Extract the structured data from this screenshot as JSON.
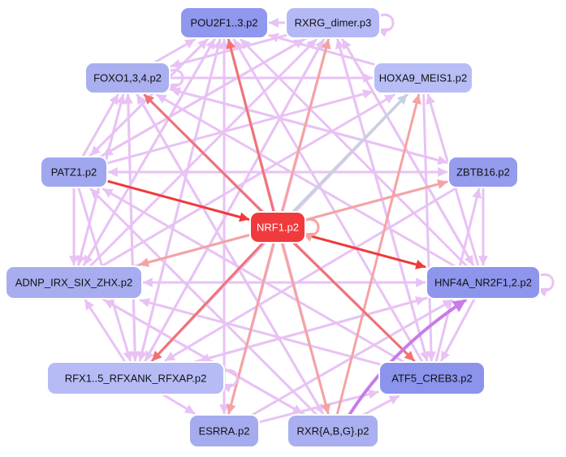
{
  "diagram": {
    "nodes": [
      {
        "id": "pou2f1",
        "label": "POU2F1..3.p2",
        "color": "#8f97ee"
      },
      {
        "id": "rxrg",
        "label": "RXRG_dimer.p3",
        "color": "#b4b9f6"
      },
      {
        "id": "foxo",
        "label": "FOXO1,3,4.p2",
        "color": "#a9afef"
      },
      {
        "id": "hoxa9",
        "label": "HOXA9_MEIS1.p2",
        "color": "#b8bdf6"
      },
      {
        "id": "patz1",
        "label": "PATZ1.p2",
        "color": "#a0a7ef"
      },
      {
        "id": "zbtb16",
        "label": "ZBTB16.p2",
        "color": "#959ced"
      },
      {
        "id": "nrf1",
        "label": "NRF1.p2",
        "color": "#f03a3c"
      },
      {
        "id": "adnp",
        "label": "ADNP_IRX_SIX_ZHX.p2",
        "color": "#a7adef"
      },
      {
        "id": "hnf4a",
        "label": "HNF4A_NR2F1,2.p2",
        "color": "#8d95ec"
      },
      {
        "id": "rfx",
        "label": "RFX1..5_RFXANK_RFXAP.p2",
        "color": "#b6bbf6"
      },
      {
        "id": "atf5",
        "label": "ATF5_CREB3.p2",
        "color": "#8b93ec"
      },
      {
        "id": "esrra",
        "label": "ESRRA.p2",
        "color": "#a5abef"
      },
      {
        "id": "rxr",
        "label": "RXR{A,B,G}.p2",
        "color": "#a9aff0"
      }
    ],
    "edge_colors": {
      "strong_red": "#ee3a3a",
      "red": "#f07272",
      "pink": "#f4a3a3",
      "violet": "#e8c2f4",
      "purple": "#c77ce6",
      "grey_blue": "#c4d2de"
    },
    "edges": [
      {
        "from": "nrf1",
        "to": "pou2f1",
        "kind": "red"
      },
      {
        "from": "nrf1",
        "to": "rxrg",
        "kind": "pink"
      },
      {
        "from": "nrf1",
        "to": "foxo",
        "kind": "red"
      },
      {
        "from": "nrf1",
        "to": "hoxa9",
        "kind": "grey_blue"
      },
      {
        "from": "patz1",
        "to": "nrf1",
        "kind": "strong_red"
      },
      {
        "from": "nrf1",
        "to": "zbtb16",
        "kind": "pink"
      },
      {
        "from": "nrf1",
        "to": "adnp",
        "kind": "pink"
      },
      {
        "from": "nrf1",
        "to": "hnf4a",
        "kind": "strong_red"
      },
      {
        "from": "nrf1",
        "to": "rfx",
        "kind": "red"
      },
      {
        "from": "nrf1",
        "to": "atf5",
        "kind": "red"
      },
      {
        "from": "nrf1",
        "to": "esrra",
        "kind": "pink"
      },
      {
        "from": "nrf1",
        "to": "rxr",
        "kind": "pink"
      },
      {
        "from": "rxr",
        "to": "hoxa9",
        "kind": "pink"
      },
      {
        "from": "rxr",
        "to": "hnf4a",
        "kind": "purple"
      },
      {
        "from": "patz1",
        "to": "zbtb16",
        "kind": "violet"
      },
      {
        "from": "adnp",
        "to": "hnf4a",
        "kind": "violet"
      },
      {
        "from": "zbtb16",
        "to": "hnf4a",
        "kind": "violet"
      },
      {
        "from": "foxo",
        "to": "hoxa9",
        "kind": "violet"
      },
      {
        "from": "rxrg",
        "to": "pou2f1",
        "kind": "violet"
      },
      {
        "from": "foxo",
        "to": "pou2f1",
        "kind": "violet"
      },
      {
        "from": "patz1",
        "to": "pou2f1",
        "kind": "violet"
      },
      {
        "from": "patz1",
        "to": "adnp",
        "kind": "violet"
      },
      {
        "from": "patz1",
        "to": "foxo",
        "kind": "violet"
      },
      {
        "from": "adnp",
        "to": "foxo",
        "kind": "violet"
      },
      {
        "from": "adnp",
        "to": "pou2f1",
        "kind": "violet"
      },
      {
        "from": "adnp",
        "to": "rxrg",
        "kind": "violet"
      },
      {
        "from": "adnp",
        "to": "hoxa9",
        "kind": "violet"
      },
      {
        "from": "adnp",
        "to": "zbtb16",
        "kind": "violet"
      },
      {
        "from": "rfx",
        "to": "pou2f1",
        "kind": "violet"
      },
      {
        "from": "rfx",
        "to": "rxrg",
        "kind": "violet"
      },
      {
        "from": "rfx",
        "to": "foxo",
        "kind": "violet"
      },
      {
        "from": "rfx",
        "to": "hoxa9",
        "kind": "violet"
      },
      {
        "from": "rfx",
        "to": "hnf4a",
        "kind": "violet"
      },
      {
        "from": "rfx",
        "to": "adnp",
        "kind": "violet"
      },
      {
        "from": "esrra",
        "to": "pou2f1",
        "kind": "violet"
      },
      {
        "from": "esrra",
        "to": "rxrg",
        "kind": "violet"
      },
      {
        "from": "esrra",
        "to": "hnf4a",
        "kind": "violet"
      },
      {
        "from": "esrra",
        "to": "atf5",
        "kind": "violet"
      },
      {
        "from": "rxr",
        "to": "pou2f1",
        "kind": "violet"
      },
      {
        "from": "rxr",
        "to": "foxo",
        "kind": "violet"
      },
      {
        "from": "rxr",
        "to": "patz1",
        "kind": "violet"
      },
      {
        "from": "rxr",
        "to": "adnp",
        "kind": "violet"
      },
      {
        "from": "rxr",
        "to": "atf5",
        "kind": "violet"
      },
      {
        "from": "atf5",
        "to": "pou2f1",
        "kind": "violet"
      },
      {
        "from": "atf5",
        "to": "rxrg",
        "kind": "violet"
      },
      {
        "from": "atf5",
        "to": "foxo",
        "kind": "violet"
      },
      {
        "from": "atf5",
        "to": "patz1",
        "kind": "violet"
      },
      {
        "from": "atf5",
        "to": "adnp",
        "kind": "violet"
      },
      {
        "from": "atf5",
        "to": "zbtb16",
        "kind": "violet"
      },
      {
        "from": "hnf4a",
        "to": "pou2f1",
        "kind": "violet"
      },
      {
        "from": "hnf4a",
        "to": "rxrg",
        "kind": "violet"
      },
      {
        "from": "hnf4a",
        "to": "foxo",
        "kind": "violet"
      },
      {
        "from": "hnf4a",
        "to": "hoxa9",
        "kind": "violet"
      },
      {
        "from": "hnf4a",
        "to": "atf5",
        "kind": "violet"
      },
      {
        "from": "hnf4a",
        "to": "rfx",
        "kind": "violet"
      },
      {
        "from": "hnf4a",
        "to": "adnp",
        "kind": "violet"
      },
      {
        "from": "zbtb16",
        "to": "foxo",
        "kind": "violet"
      },
      {
        "from": "zbtb16",
        "to": "rfx",
        "kind": "violet"
      },
      {
        "from": "hoxa9",
        "to": "atf5",
        "kind": "violet"
      },
      {
        "from": "hoxa9",
        "to": "pou2f1",
        "kind": "violet"
      },
      {
        "from": "pou2f1",
        "to": "rfx",
        "kind": "violet"
      },
      {
        "from": "pou2f1",
        "to": "adnp",
        "kind": "violet"
      },
      {
        "from": "pou2f1",
        "to": "esrra",
        "kind": "violet"
      },
      {
        "from": "pou2f1",
        "to": "patz1",
        "kind": "violet"
      },
      {
        "from": "rxrg",
        "to": "esrra",
        "kind": "violet"
      },
      {
        "from": "rxrg",
        "to": "hnf4a",
        "kind": "violet"
      },
      {
        "from": "rxrg",
        "to": "rfx",
        "kind": "violet"
      },
      {
        "from": "rxrg",
        "to": "patz1",
        "kind": "violet"
      },
      {
        "from": "rxrg",
        "to": "foxo",
        "kind": "violet"
      },
      {
        "from": "rxrg",
        "to": "atf5",
        "kind": "violet"
      },
      {
        "from": "foxo",
        "to": "zbtb16",
        "kind": "violet"
      },
      {
        "from": "foxo",
        "to": "rxr",
        "kind": "violet"
      },
      {
        "from": "foxo",
        "to": "rfx",
        "kind": "violet"
      },
      {
        "from": "foxo",
        "to": "adnp",
        "kind": "violet"
      },
      {
        "from": "patz1",
        "to": "rxrg",
        "kind": "violet"
      },
      {
        "from": "patz1",
        "to": "hoxa9",
        "kind": "violet"
      },
      {
        "from": "patz1",
        "to": "rfx",
        "kind": "violet"
      },
      {
        "from": "zbtb16",
        "to": "patz1",
        "kind": "violet"
      },
      {
        "from": "adnp",
        "to": "rxr",
        "kind": "violet"
      },
      {
        "from": "rfx",
        "to": "esrra",
        "kind": "violet"
      },
      {
        "from": "hoxa9",
        "to": "rfx",
        "kind": "violet"
      }
    ],
    "self_loops": [
      {
        "node": "rxrg",
        "kind": "violet"
      },
      {
        "node": "hnf4a",
        "kind": "violet"
      },
      {
        "node": "nrf1",
        "kind": "pink"
      },
      {
        "node": "rfx",
        "kind": "violet"
      },
      {
        "node": "foxo",
        "kind": "violet"
      }
    ]
  }
}
